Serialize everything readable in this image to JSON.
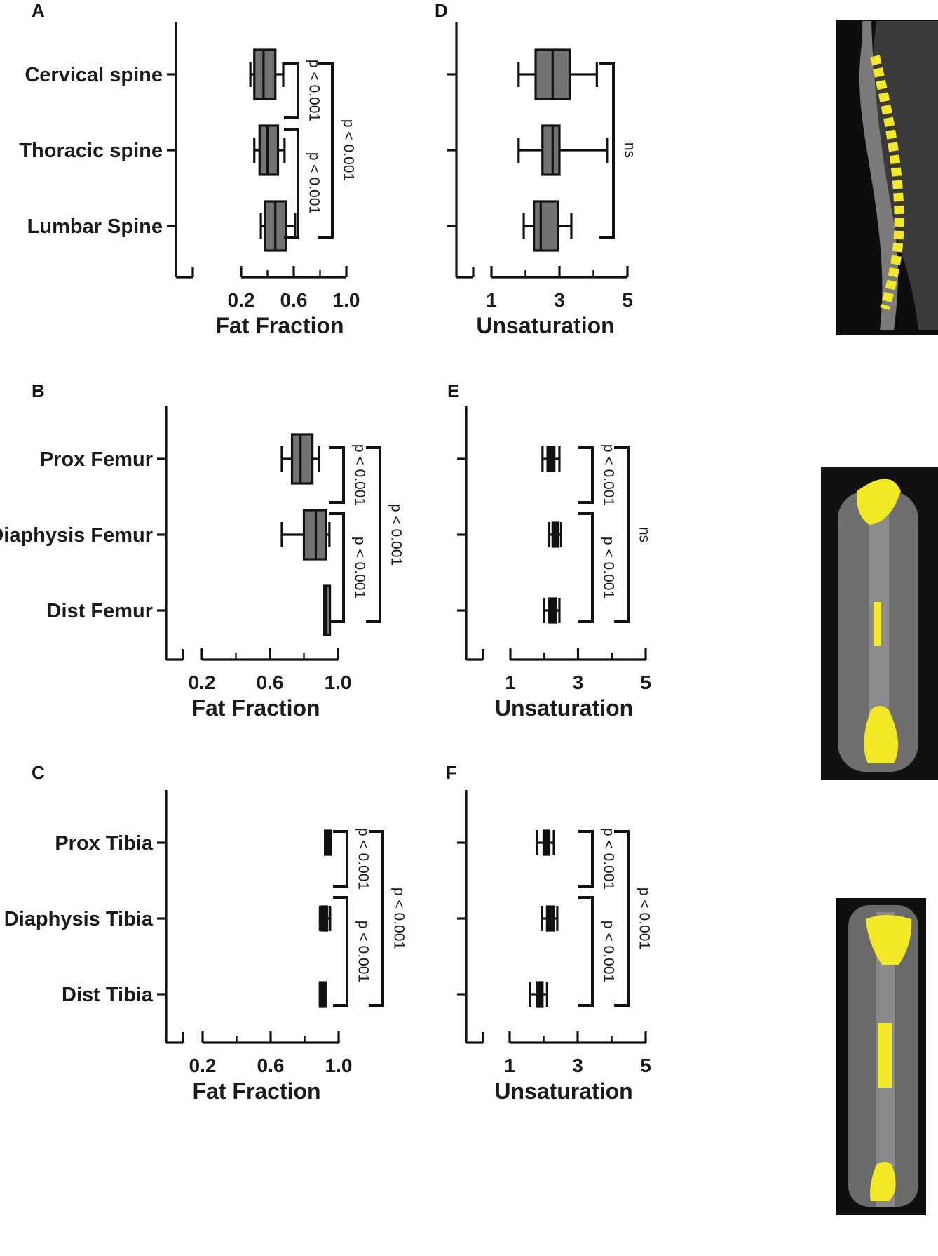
{
  "colors": {
    "box_gray": "#737373",
    "box_black": "#111111",
    "line": "#111111",
    "mri_highlight": "#f2e825"
  },
  "images": {
    "spine": {
      "name": "spine-mri-image",
      "description_icon": "sagittal-spine-mri-icon"
    },
    "femur": {
      "name": "femur-mri-image",
      "description_icon": "thigh-mri-icon"
    },
    "tibia": {
      "name": "tibia-mri-image",
      "description_icon": "lower-leg-mri-icon"
    }
  },
  "chart_data": [
    {
      "panel": "A",
      "type": "box",
      "orientation": "horizontal",
      "xlabel": "Fat Fraction",
      "xlim": [
        0.0,
        1.0
      ],
      "ticks": [
        "0.2",
        "0.6",
        "1.0"
      ],
      "tick_values": [
        0.2,
        0.6,
        1.0
      ],
      "categories": [
        "Cervical spine",
        "Thoracic spine",
        "Lumbar Spine"
      ],
      "box_color": "gray",
      "boxes": [
        {
          "whisker_low": 0.27,
          "q1": 0.3,
          "median": 0.37,
          "q3": 0.46,
          "whisker_high": 0.52
        },
        {
          "whisker_low": 0.3,
          "q1": 0.34,
          "median": 0.4,
          "q3": 0.48,
          "whisker_high": 0.53
        },
        {
          "whisker_low": 0.35,
          "q1": 0.38,
          "median": 0.46,
          "q3": 0.54,
          "whisker_high": 0.61
        }
      ],
      "brackets": [
        {
          "from": 0,
          "to": 1,
          "label": "p < 0.001",
          "level": 0
        },
        {
          "from": 1,
          "to": 2,
          "label": "p < 0.001",
          "level": 0
        },
        {
          "from": 0,
          "to": 2,
          "label": "p < 0.001",
          "level": 1
        }
      ]
    },
    {
      "panel": "D",
      "type": "box",
      "orientation": "horizontal",
      "xlabel": "Unsaturation",
      "xlim": [
        0.5,
        5.0
      ],
      "ticks": [
        "1",
        "3",
        "5"
      ],
      "tick_values": [
        1,
        3,
        5
      ],
      "categories": [
        "Cervical spine",
        "Thoracic spine",
        "Lumbar Spine"
      ],
      "show_category_labels": false,
      "box_color": "gray",
      "boxes": [
        {
          "whisker_low": 1.8,
          "q1": 2.3,
          "median": 2.8,
          "q3": 3.3,
          "whisker_high": 4.1
        },
        {
          "whisker_low": 1.8,
          "q1": 2.5,
          "median": 2.8,
          "q3": 3.0,
          "whisker_high": 4.4
        },
        {
          "whisker_low": 1.95,
          "q1": 2.25,
          "median": 2.45,
          "q3": 2.95,
          "whisker_high": 3.35
        }
      ],
      "brackets": [
        {
          "from": 0,
          "to": 2,
          "label": "ns",
          "level": 0
        }
      ]
    },
    {
      "panel": "B",
      "type": "box",
      "orientation": "horizontal",
      "xlabel": "Fat Fraction",
      "xlim": [
        0.0,
        1.0
      ],
      "ticks": [
        "0.2",
        "0.6",
        "1.0"
      ],
      "tick_values": [
        0.2,
        0.6,
        1.0
      ],
      "categories": [
        "Prox Femur",
        "Diaphysis Femur",
        "Dist Femur"
      ],
      "box_color": "gray",
      "boxes": [
        {
          "whisker_low": 0.67,
          "q1": 0.73,
          "median": 0.78,
          "q3": 0.85,
          "whisker_high": 0.89
        },
        {
          "whisker_low": 0.67,
          "q1": 0.8,
          "median": 0.87,
          "q3": 0.93,
          "whisker_high": 0.95
        },
        {
          "whisker_low": 0.92,
          "q1": 0.92,
          "median": 0.93,
          "q3": 0.95,
          "whisker_high": 0.95
        }
      ],
      "brackets": [
        {
          "from": 0,
          "to": 1,
          "label": "p < 0.001",
          "level": 0
        },
        {
          "from": 1,
          "to": 2,
          "label": "p < 0.001",
          "level": 0
        },
        {
          "from": 0,
          "to": 2,
          "label": "p < 0.001",
          "level": 1
        }
      ]
    },
    {
      "panel": "E",
      "type": "box",
      "orientation": "horizontal",
      "xlabel": "Unsaturation",
      "xlim": [
        0.5,
        5.0
      ],
      "ticks": [
        "1",
        "3",
        "5"
      ],
      "tick_values": [
        1,
        3,
        5
      ],
      "categories": [
        "Prox Femur",
        "Diaphysis Femur",
        "Dist Femur"
      ],
      "show_category_labels": false,
      "box_color": "black",
      "boxes": [
        {
          "whisker_low": 1.95,
          "q1": 2.1,
          "median": 2.2,
          "q3": 2.3,
          "whisker_high": 2.45
        },
        {
          "whisker_low": 2.15,
          "q1": 2.25,
          "median": 2.3,
          "q3": 2.4,
          "whisker_high": 2.5
        },
        {
          "whisker_low": 2.0,
          "q1": 2.15,
          "median": 2.25,
          "q3": 2.35,
          "whisker_high": 2.45
        }
      ],
      "brackets": [
        {
          "from": 0,
          "to": 1,
          "label": "p < 0.001",
          "level": 0
        },
        {
          "from": 1,
          "to": 2,
          "label": "p < 0.001",
          "level": 0
        },
        {
          "from": 0,
          "to": 2,
          "label": "ns",
          "level": 1
        }
      ]
    },
    {
      "panel": "C",
      "type": "box",
      "orientation": "horizontal",
      "xlabel": "Fat Fraction",
      "xlim": [
        0.0,
        1.0
      ],
      "ticks": [
        "0.2",
        "0.6",
        "1.0"
      ],
      "tick_values": [
        0.2,
        0.6,
        1.0
      ],
      "categories": [
        "Prox Tibia",
        "Diaphysis Tibia",
        "Dist Tibia"
      ],
      "box_color": "black",
      "boxes": [
        {
          "whisker_low": 0.92,
          "q1": 0.92,
          "median": 0.93,
          "q3": 0.95,
          "whisker_high": 0.95
        },
        {
          "whisker_low": 0.89,
          "q1": 0.9,
          "median": 0.92,
          "q3": 0.93,
          "whisker_high": 0.95
        },
        {
          "whisker_low": 0.89,
          "q1": 0.89,
          "median": 0.9,
          "q3": 0.91,
          "whisker_high": 0.92
        }
      ],
      "brackets": [
        {
          "from": 0,
          "to": 1,
          "label": "p < 0.001",
          "level": 0
        },
        {
          "from": 1,
          "to": 2,
          "label": "p < 0.001",
          "level": 0
        },
        {
          "from": 0,
          "to": 2,
          "label": "p < 0.001",
          "level": 1
        }
      ]
    },
    {
      "panel": "F",
      "type": "box",
      "orientation": "horizontal",
      "xlabel": "Unsaturation",
      "xlim": [
        0.5,
        5.0
      ],
      "ticks": [
        "1",
        "3",
        "5"
      ],
      "tick_values": [
        1,
        3,
        5
      ],
      "categories": [
        "Prox Tibia",
        "Diaphysis Tibia",
        "Dist Tibia"
      ],
      "show_category_labels": false,
      "box_color": "black",
      "boxes": [
        {
          "whisker_low": 1.8,
          "q1": 2.0,
          "median": 2.05,
          "q3": 2.15,
          "whisker_high": 2.3
        },
        {
          "whisker_low": 1.95,
          "q1": 2.1,
          "median": 2.2,
          "q3": 2.3,
          "whisker_high": 2.4
        },
        {
          "whisker_low": 1.6,
          "q1": 1.8,
          "median": 1.85,
          "q3": 1.95,
          "whisker_high": 2.1
        }
      ],
      "brackets": [
        {
          "from": 0,
          "to": 1,
          "label": "p < 0.001",
          "level": 0
        },
        {
          "from": 1,
          "to": 2,
          "label": "p < 0.001",
          "level": 0
        },
        {
          "from": 0,
          "to": 2,
          "label": "p < 0.001",
          "level": 1
        }
      ]
    }
  ]
}
